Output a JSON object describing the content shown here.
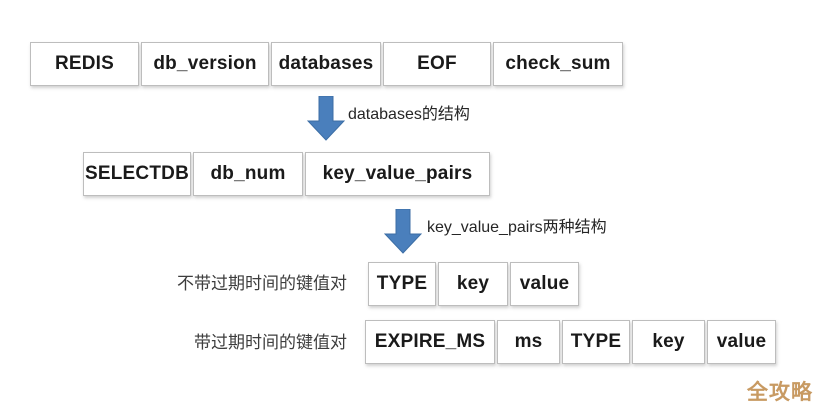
{
  "diagram": {
    "title_hint": "Redis RDB file structure diagram",
    "rows": [
      {
        "name": "rdb-file",
        "cells": [
          "REDIS",
          "db_version",
          "databases",
          "EOF",
          "check_sum"
        ]
      },
      {
        "name": "databases-struct",
        "cells": [
          "SELECTDB",
          "db_num",
          "key_value_pairs"
        ]
      },
      {
        "name": "kv-without-expire",
        "cells": [
          "TYPE",
          "key",
          "value"
        ]
      },
      {
        "name": "kv-with-expire",
        "cells": [
          "EXPIRE_MS",
          "ms",
          "TYPE",
          "key",
          "value"
        ]
      }
    ],
    "arrows": [
      {
        "label": "databases的结构"
      },
      {
        "label": "key_value_pairs两种结构"
      }
    ],
    "row_labels": [
      "不带过期时间的键值对",
      "带过期时间的键值对"
    ],
    "watermark": "全攻略",
    "colors": {
      "arrow_fill": "#4a7fbc",
      "arrow_edge": "#3c6ea5",
      "cell_border": "#bdbdbd",
      "cell_text": "#1a1a1a",
      "label_text": "#3d3d3d",
      "watermark": "#c89a62",
      "background": "#ffffff"
    }
  }
}
